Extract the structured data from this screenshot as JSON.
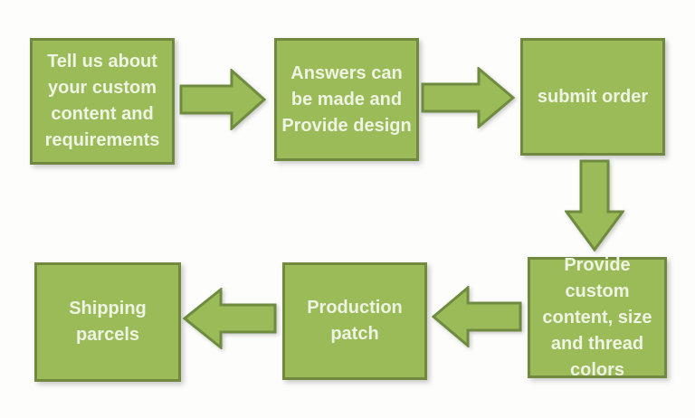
{
  "diagram": {
    "type": "flowchart",
    "background_color": "#fdfdfc",
    "node_fill_color": "#9bbb59",
    "node_border_color": "#71893f",
    "node_text_color": "#eef3e2",
    "arrow_fill_color": "#9bbb59",
    "arrow_border_color": "#6e8b3f",
    "nodes": [
      {
        "id": "step-1",
        "label": "Tell us about your custom content and requirements"
      },
      {
        "id": "step-2",
        "label": "Answers can be made and Provide design"
      },
      {
        "id": "step-3",
        "label": "submit order"
      },
      {
        "id": "step-4",
        "label": "Provide custom content, size and thread colors"
      },
      {
        "id": "step-5",
        "label": "Production patch"
      },
      {
        "id": "step-6",
        "label": "Shipping parcels"
      }
    ],
    "arrows": [
      {
        "from": "step-1",
        "to": "step-2",
        "direction": "right"
      },
      {
        "from": "step-2",
        "to": "step-3",
        "direction": "right"
      },
      {
        "from": "step-3",
        "to": "step-4",
        "direction": "down"
      },
      {
        "from": "step-4",
        "to": "step-5",
        "direction": "left"
      },
      {
        "from": "step-5",
        "to": "step-6",
        "direction": "left"
      }
    ]
  }
}
